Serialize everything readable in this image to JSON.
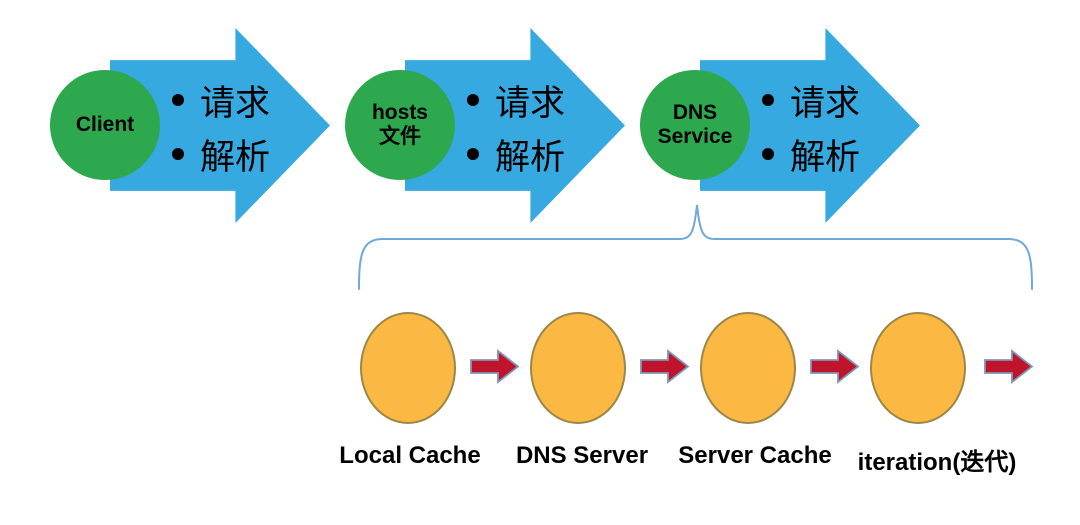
{
  "colors": {
    "arrow_blue": "#36A9E1",
    "circle_green": "#2EA84E",
    "node_orange": "#FBB843",
    "node_border": "#9B8747",
    "red_arrow": "#C0132C",
    "red_arrow_border": "#7D96B8",
    "brace_blue": "#6FA8DC",
    "text": "#000000",
    "background": "#ffffff"
  },
  "stages": [
    {
      "name": "client",
      "circle_lines": [
        "Client"
      ],
      "bullets": [
        "请求",
        "解析"
      ]
    },
    {
      "name": "hosts-file",
      "circle_lines": [
        "hosts",
        "文件"
      ],
      "bullets": [
        "请求",
        "解析"
      ]
    },
    {
      "name": "dns-service",
      "circle_lines": [
        "DNS",
        "Service"
      ],
      "bullets": [
        "请求",
        "解析"
      ]
    }
  ],
  "sequence": {
    "labels": [
      "Local Cache",
      "DNS Server",
      "Server Cache",
      "iteration(迭代)"
    ]
  }
}
